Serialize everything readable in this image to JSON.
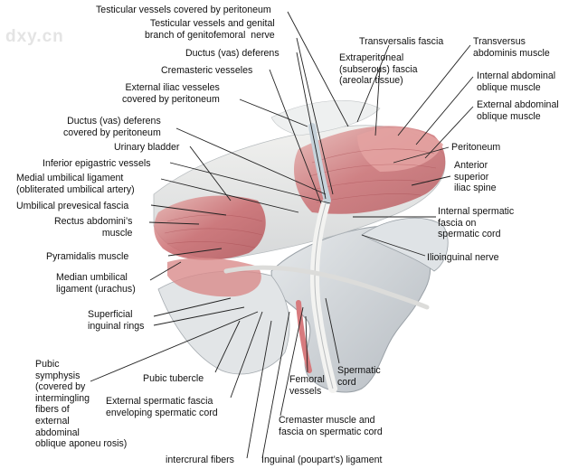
{
  "watermark": "dxy.cn",
  "labels": {
    "testicular_vessels_peritoneum": "Testicular vessels covered by peritoneum",
    "testicular_vessels_genital": "Testicular vessels and genital\nbranch of genitofemoral  nerve",
    "ductus_deferens": "Ductus (vas) deferens",
    "cremasteric_vessels": "Cremasteric vesseles",
    "external_iliac": "External iliac vesseles\ncovered by peritoneum",
    "transversalis_fascia": "Transversalis fascia",
    "extraperitoneal_fascia": "Extraperitoneal\n(subserous) fascia\n(areolar tissue)",
    "transversus_abdominis": "Transversus\nabdominis muscle",
    "internal_oblique": "Internal abdominal\noblique muscle",
    "external_oblique": "External abdominal\noblique muscle",
    "peritoneum": "Peritoneum",
    "anterior_superior_iliac_spine": "Anterior\nsuperior\niliac spine",
    "internal_spermatic_fascia": "Internal spermatic\nfascia on\nspermatic cord",
    "ilioinguinal_nerve": "Ilioinguinal nerve",
    "ductus_deferens_peritoneum": "Ductus (vas) deferens\ncovered by peritoneum",
    "urinary_bladder": "Urinary bladder",
    "inferior_epigastric": "Inferior epigastric vessels",
    "medial_umbilical_ligament": "Medial umbilical ligament\n(obliterated umbilical artery)",
    "umbilical_prevesical_fascia": "Umbilical prevesical fascia",
    "rectus_abdominis": "Rectus abdomini’s\nmuscle",
    "pyramidalis": "Pyramidalis muscle",
    "median_umbilical_ligament": "Median umbilical\nligament (urachus)",
    "superficial_inguinal_rings": "Superficial\ninguinal rings",
    "pubic_symphysis": "Pubic\nsymphysis\n(covered by\nintermingling\nfibers of\nexternal\nabdominal\noblique aponeu rosis)",
    "pubic_tubercle": "Pubic tubercle",
    "external_spermatic_fascia": "External spermatic fascia\nenveloping spermatic cord",
    "intercrural_fibers": "intercrural fibers",
    "inguinal_ligament": "Inguinal (poupart’s) ligament",
    "cremaster_muscle": "Cremaster muscle and\nfascia on spermatic cord",
    "femoral_vessels": "Femoral\nvessels",
    "spermatic_cord": "Spermatic\ncord"
  },
  "colors": {
    "muscle": "#c9686c",
    "muscle_light": "#e3a2a1",
    "bone": "#cfd4d8",
    "fascia": "#e8e8e6",
    "leader": "#222222"
  }
}
